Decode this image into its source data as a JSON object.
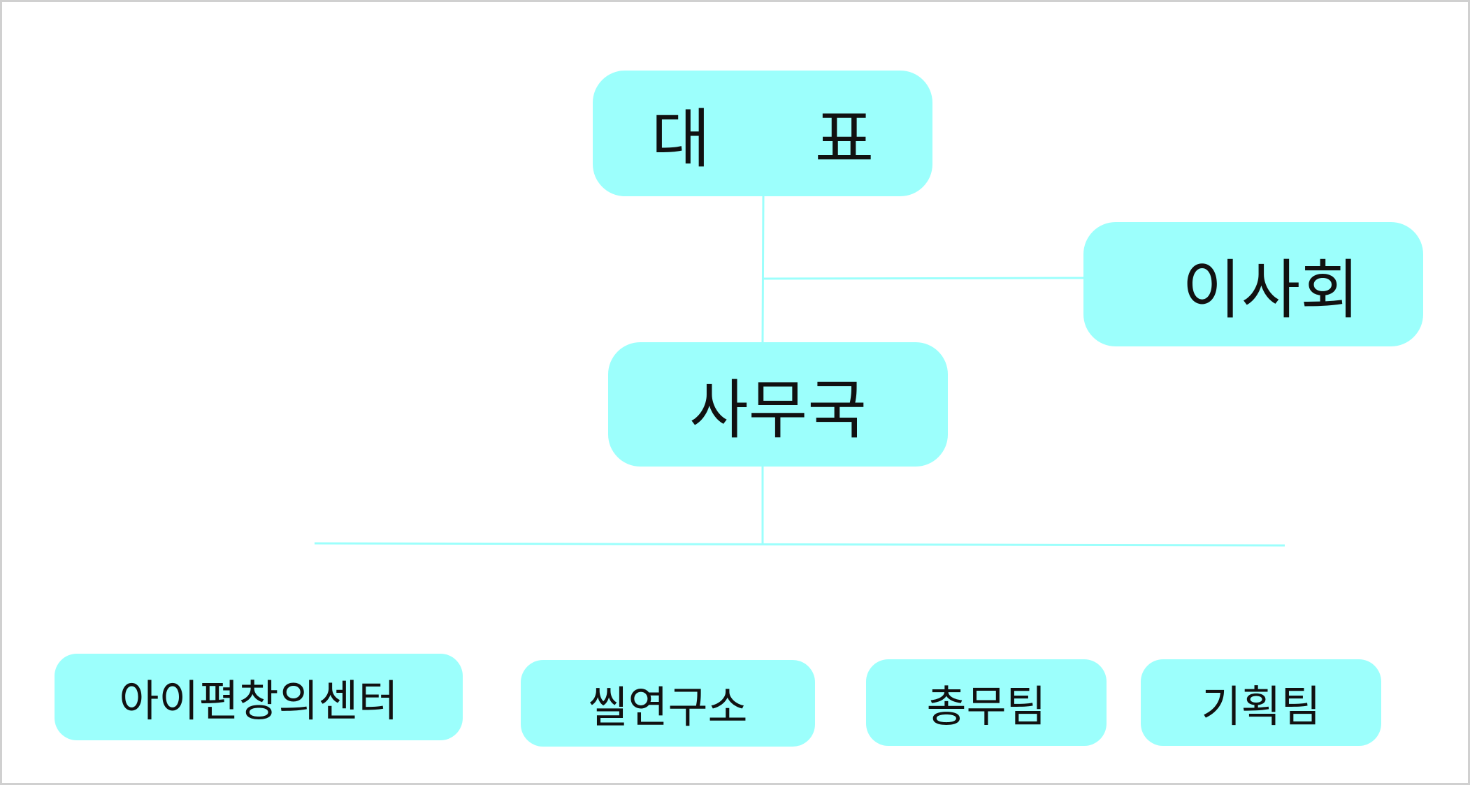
{
  "diagram": {
    "colors": {
      "node_fill": "#9cfffc",
      "connector": "#9cfffc",
      "text": "#111111"
    },
    "nodes": {
      "ceo": {
        "label": "대 표"
      },
      "board": {
        "label": "이사회"
      },
      "secretariat": {
        "label": "사무국"
      },
      "center": {
        "label": "아이편창의센터"
      },
      "institute": {
        "label": "씰연구소"
      },
      "general_affairs": {
        "label": "총무팀"
      },
      "planning": {
        "label": "기획팀"
      }
    },
    "edges": [
      {
        "from": "ceo",
        "to": "secretariat"
      },
      {
        "from": "ceo",
        "to": "board"
      },
      {
        "from": "secretariat",
        "to": "center"
      },
      {
        "from": "secretariat",
        "to": "institute"
      },
      {
        "from": "secretariat",
        "to": "general_affairs"
      },
      {
        "from": "secretariat",
        "to": "planning"
      }
    ]
  }
}
